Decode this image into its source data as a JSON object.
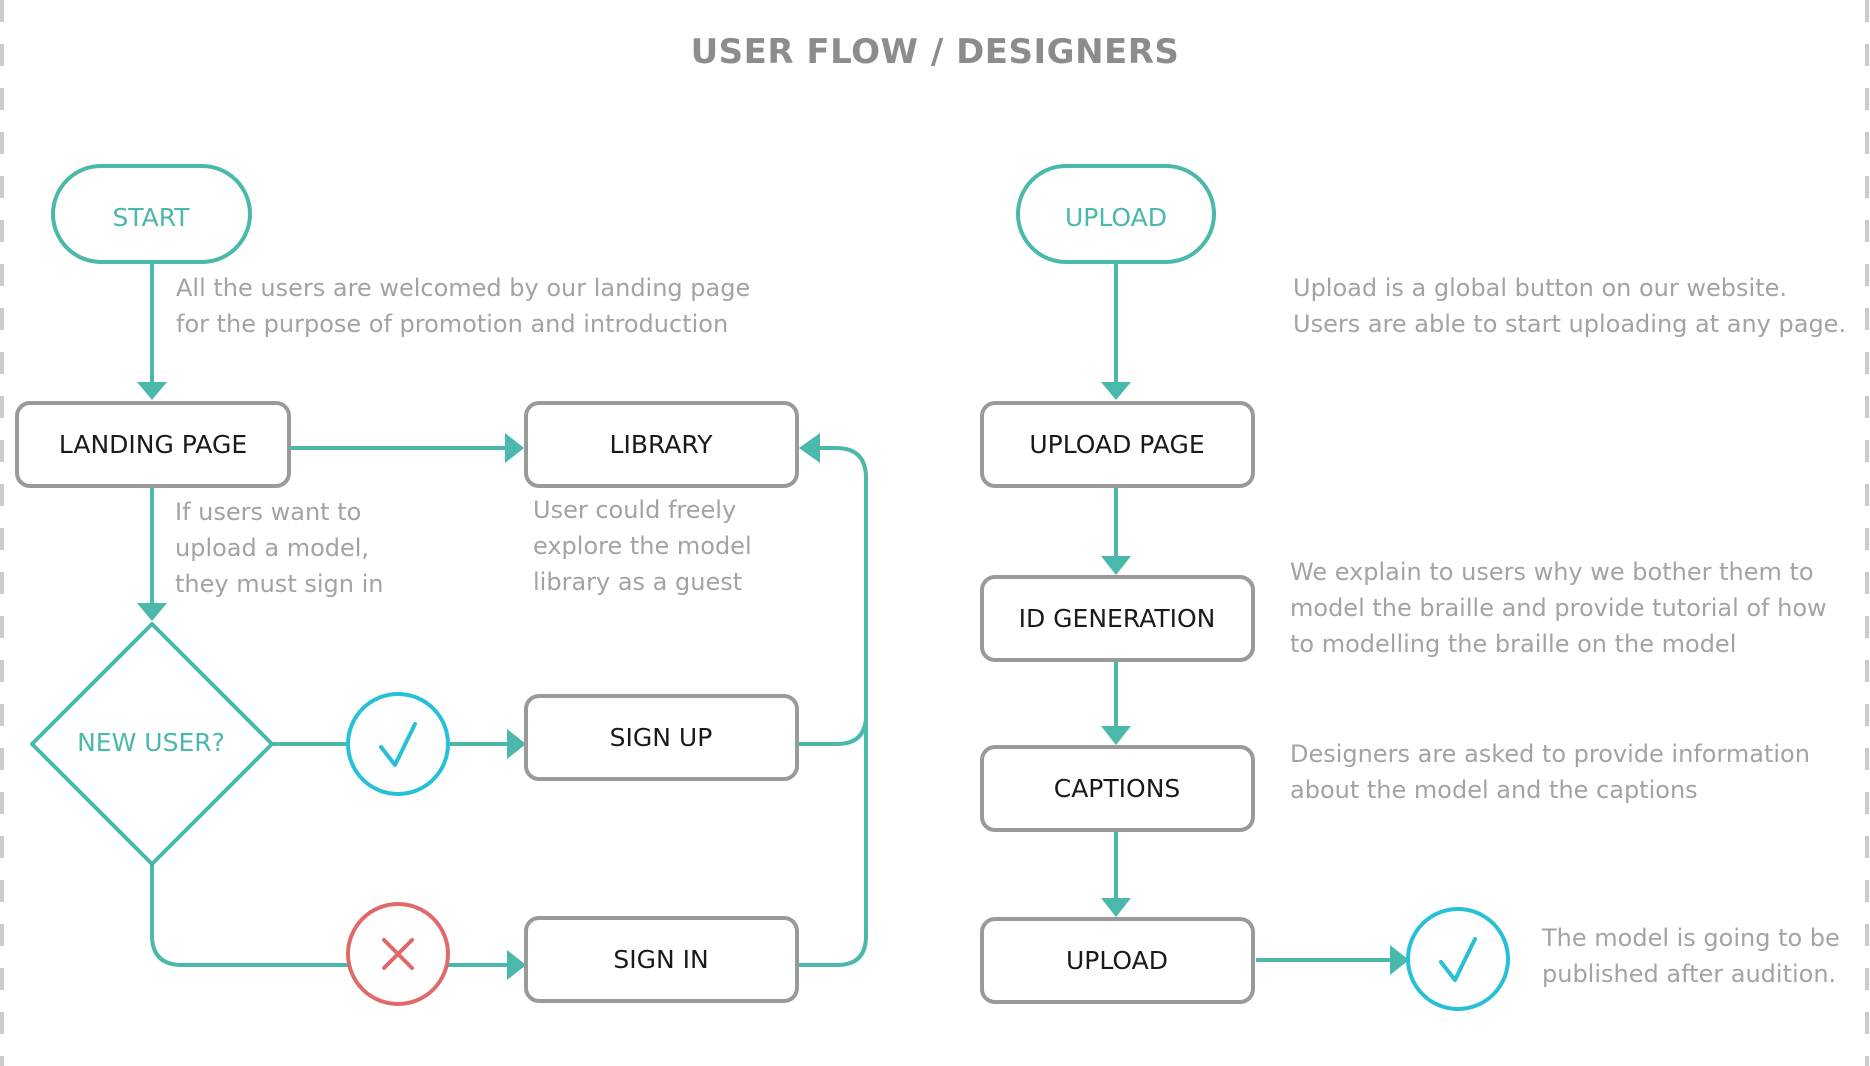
{
  "title": "USER FLOW / DESIGNERS",
  "left_flow": {
    "start": "START",
    "landing_page": "LANDING PAGE",
    "library": "LIBRARY",
    "new_user": "NEW USER?",
    "sign_up": "SIGN UP",
    "sign_in": "SIGN IN",
    "notes": {
      "welcome": [
        "All the users are welcomed by our landing page",
        "for the purpose of promotion and introduction"
      ],
      "sign_in_required": [
        "If users want to",
        "upload a model,",
        "they must sign in"
      ],
      "library_guest": [
        "User could freely",
        "explore the model",
        "library as a guest"
      ]
    }
  },
  "right_flow": {
    "upload_start": "UPLOAD",
    "upload_page": "UPLOAD PAGE",
    "id_generation": "ID GENERATION",
    "captions": "CAPTIONS",
    "upload": "UPLOAD",
    "notes": {
      "global_button": [
        "Upload is a global button on our website.",
        "Users are able to start uploading at any page."
      ],
      "explain_braille": [
        "We explain to users why we bother them to",
        "model the braille and provide tutorial of how",
        "to modelling the braille on the model"
      ],
      "captions_info": [
        "Designers are asked to provide information",
        "about the model and the captions"
      ],
      "published": [
        "The model is going to be",
        "published after audition."
      ]
    }
  },
  "colors": {
    "flow": "#4ab8ab",
    "box_border": "#9a9a9a",
    "title": "#8c8c8c",
    "note": "#a3a3a3",
    "yes": "#27c0d6",
    "no": "#e06a6a"
  },
  "icons": {
    "yes": "check-icon",
    "no": "cross-icon"
  }
}
